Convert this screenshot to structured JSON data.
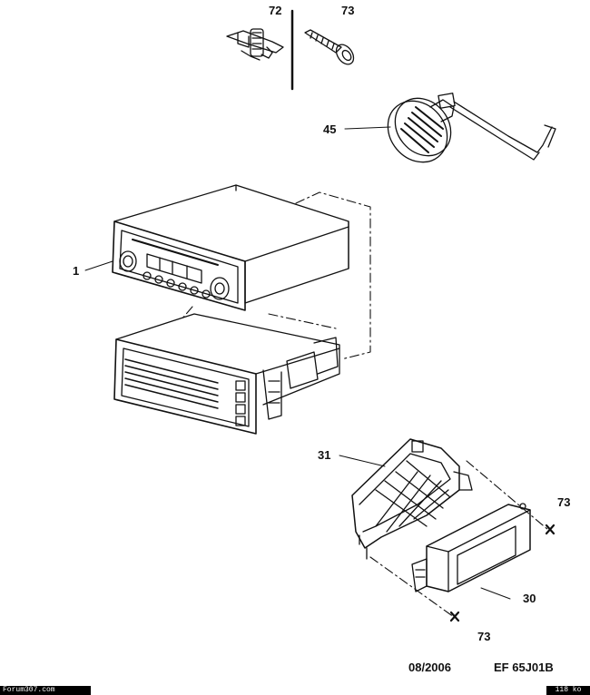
{
  "callouts": {
    "c72": "72",
    "c73_top": "73",
    "c45": "45",
    "c1": "1",
    "c31": "31",
    "c73_right": "73",
    "c30": "30",
    "c73_bottom": "73"
  },
  "footer": {
    "date": "08/2006",
    "ref": "EF 65J01B"
  },
  "statusbar": {
    "site": "Forum307.com",
    "size": "118 ko"
  }
}
